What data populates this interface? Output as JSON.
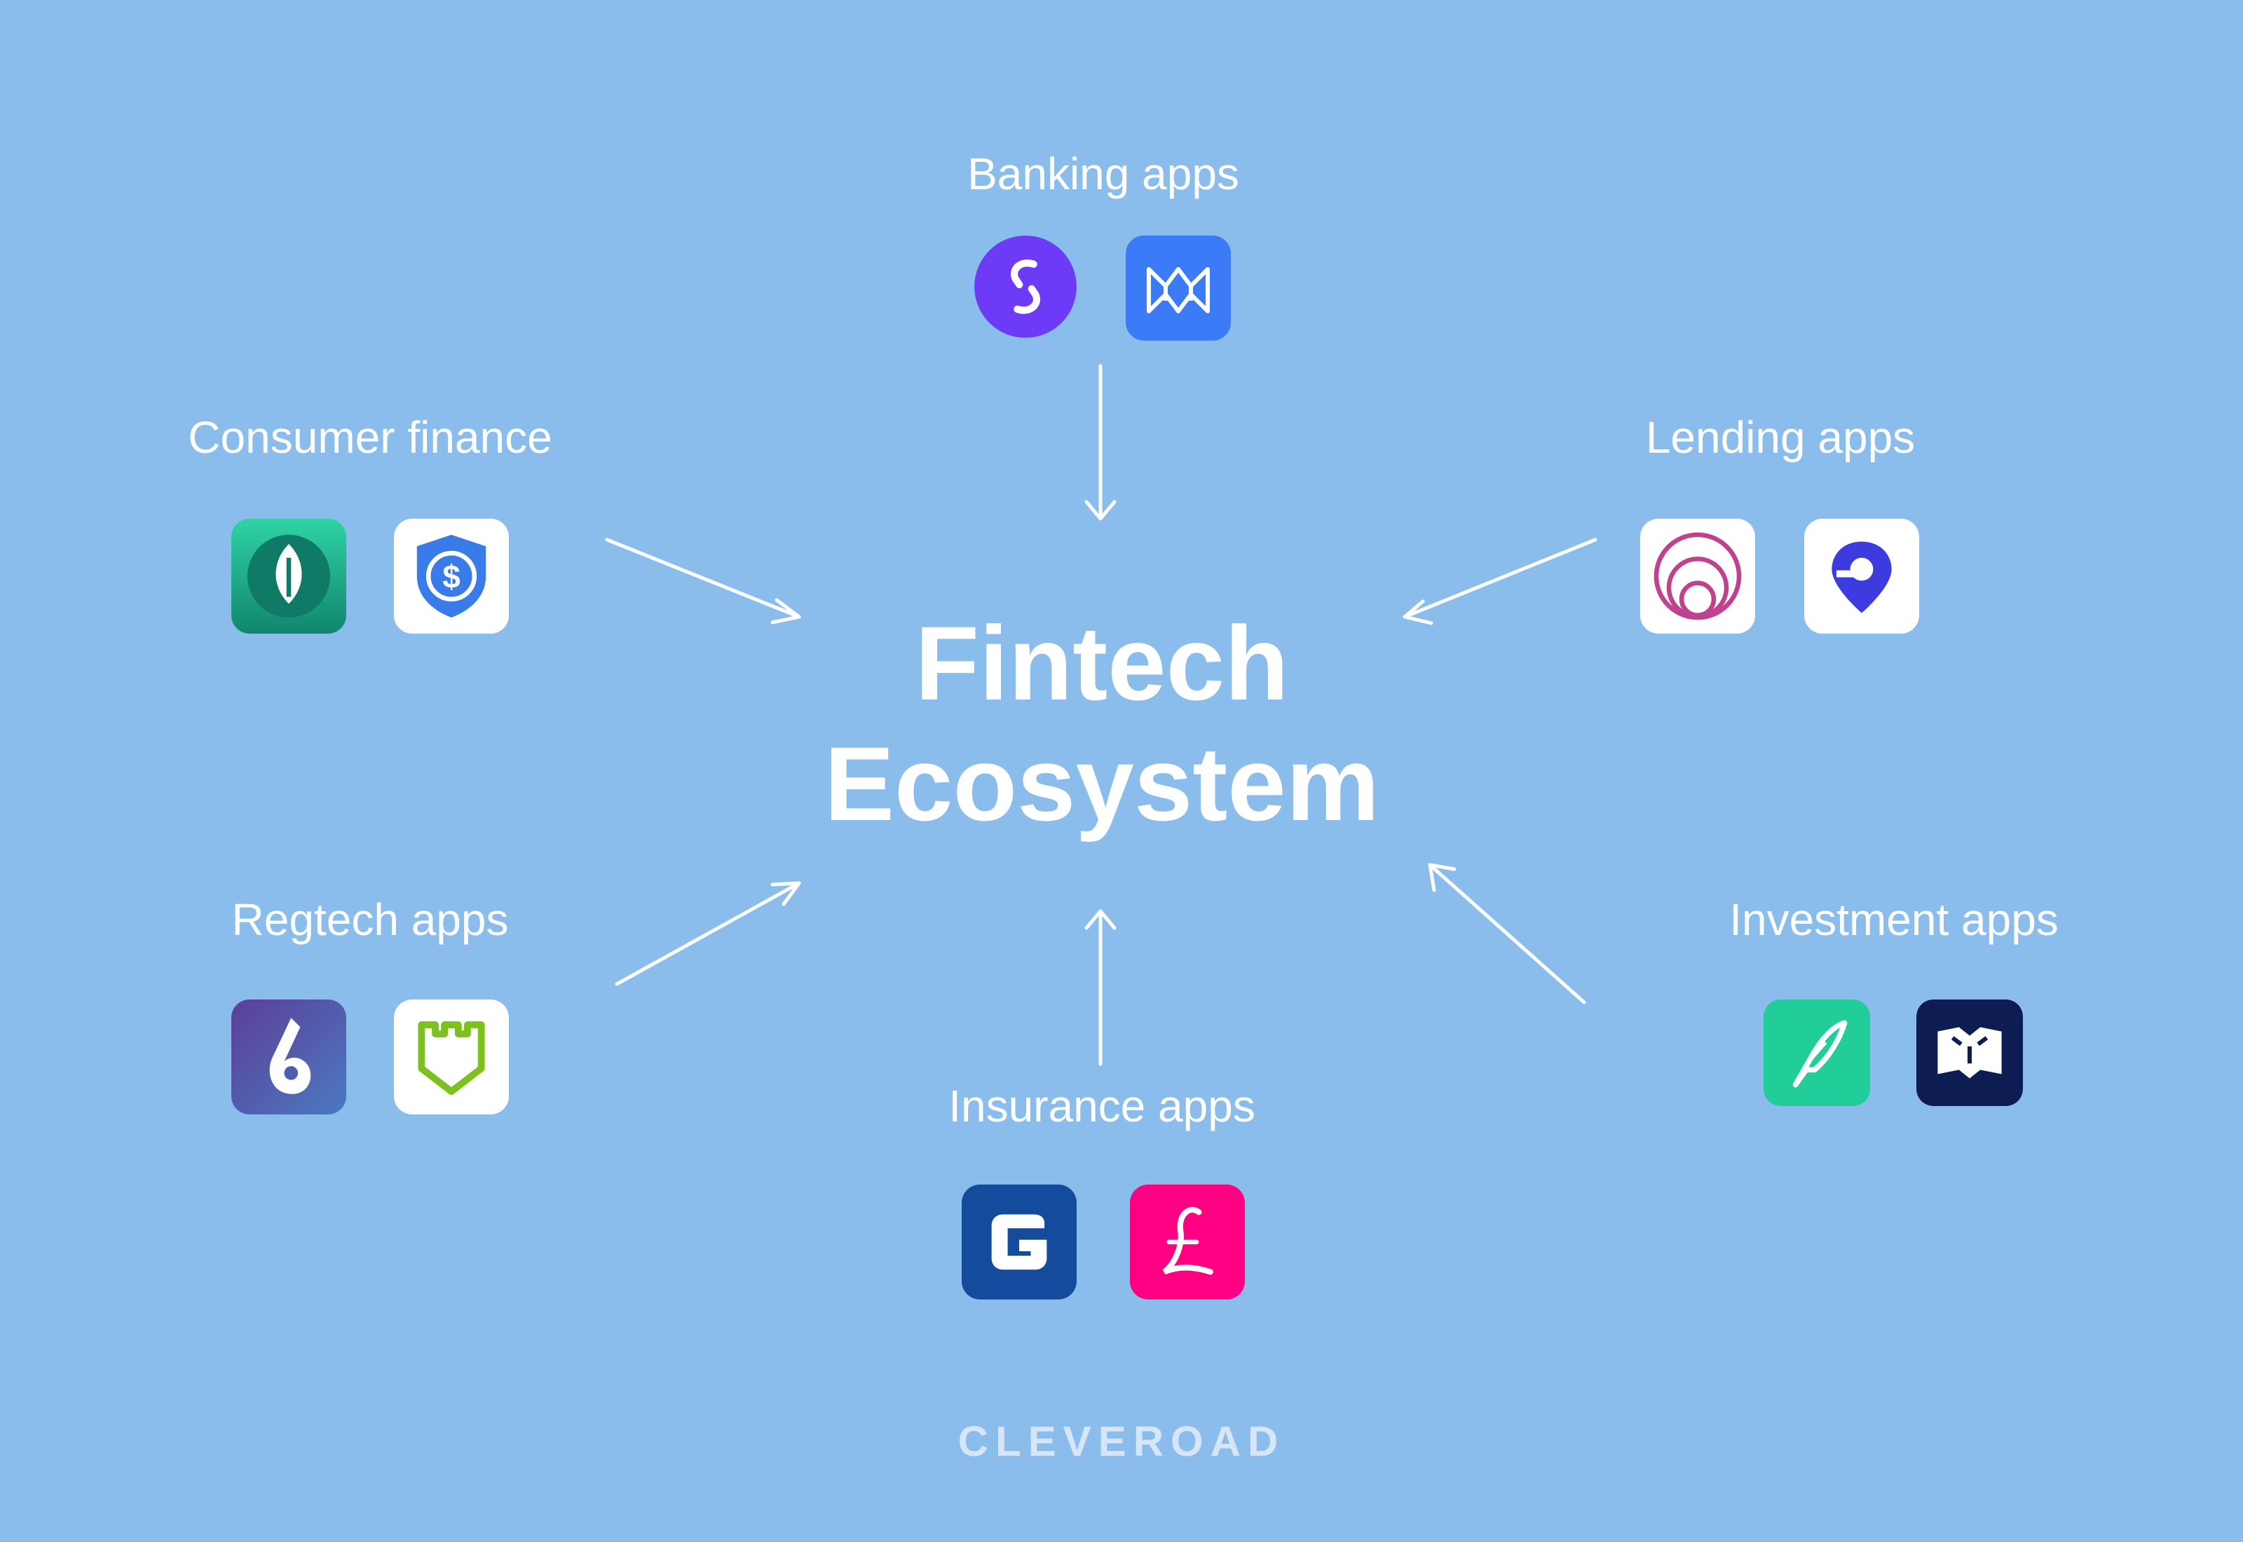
{
  "center": {
    "line1": "Fintech",
    "line2": "Ecosystem"
  },
  "groups": {
    "banking": {
      "title": "Banking apps",
      "apps": [
        {
          "icon": "starling-bank-icon",
          "color": "#6d3bf7"
        },
        {
          "icon": "monzo-icon",
          "color": "#3b7bf7"
        }
      ]
    },
    "consumer": {
      "title": "Consumer finance",
      "apps": [
        {
          "icon": "mint-leaf-icon",
          "color": "#1fa98a"
        },
        {
          "icon": "dollar-shield-icon",
          "color": "#3a7bea"
        }
      ]
    },
    "lending": {
      "title": "Lending apps",
      "apps": [
        {
          "icon": "concentric-circles-icon",
          "color": "#c0418e"
        },
        {
          "icon": "location-pin-icon",
          "color": "#3b3be0"
        }
      ]
    },
    "regtech": {
      "title": "Regtech apps",
      "apps": [
        {
          "icon": "six-drop-icon",
          "color": "#4a4fa8"
        },
        {
          "icon": "shield-badge-icon",
          "color": "#7dc120"
        }
      ]
    },
    "investment": {
      "title": "Investment apps",
      "apps": [
        {
          "icon": "robinhood-feather-icon",
          "color": "#21ce99"
        },
        {
          "icon": "book-building-icon",
          "color": "#0d1d52"
        }
      ]
    },
    "insurance": {
      "title": "Insurance apps",
      "apps": [
        {
          "icon": "geico-g-icon",
          "color": "#154b9c"
        },
        {
          "icon": "lemonade-l-icon",
          "color": "#ff0083"
        }
      ]
    }
  },
  "footer": {
    "brand": "CLEVEROAD"
  },
  "colors": {
    "background": "#8bbdec",
    "text": "#ffffff",
    "footer": "#d6e6f8"
  }
}
